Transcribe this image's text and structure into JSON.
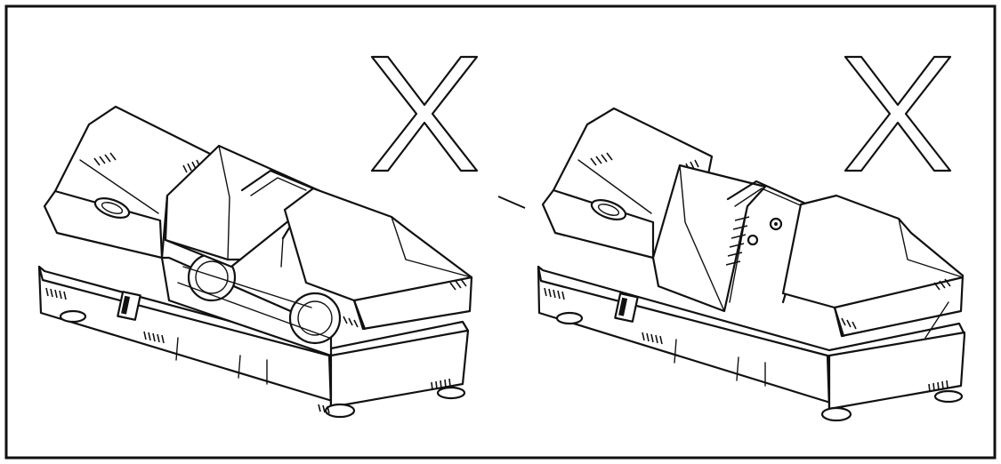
{
  "figure": {
    "panels": [
      {
        "id": "left",
        "mark": "incorrect",
        "mark_icon": "cross-mark-icon"
      },
      {
        "id": "right",
        "mark": "incorrect",
        "mark_icon": "cross-mark-icon"
      }
    ],
    "colors": {
      "ink": "#111111",
      "background": "#ffffff",
      "frame": "#111111"
    }
  }
}
